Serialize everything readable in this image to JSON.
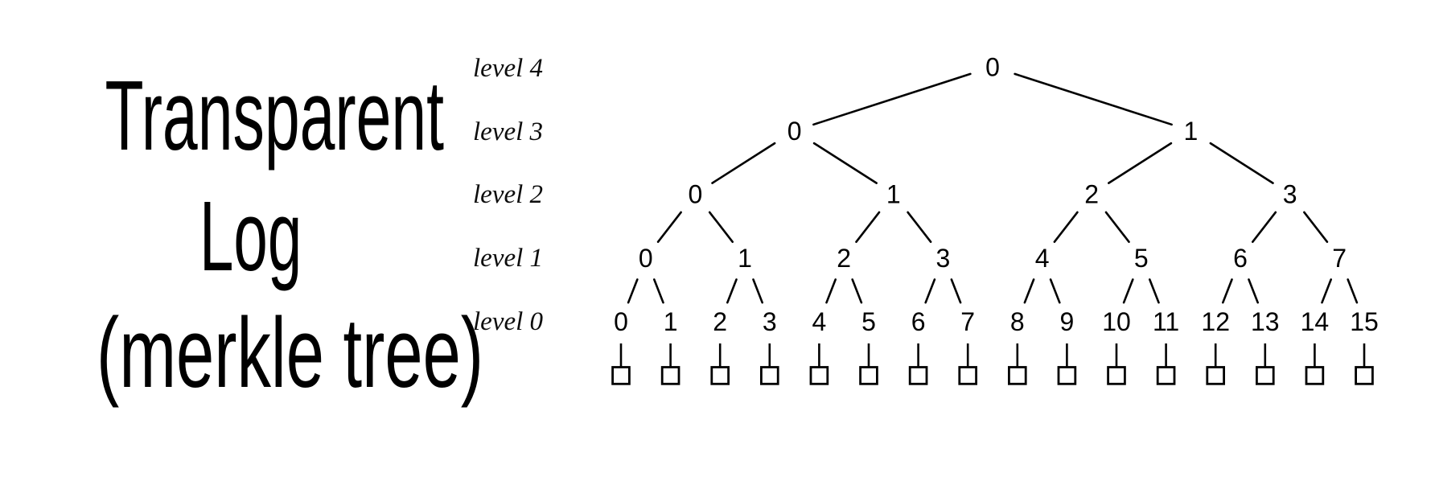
{
  "title": {
    "lines": [
      "Transparent",
      "Log",
      "(merkle tree)"
    ]
  },
  "tree": {
    "level_labels": [
      "level 4",
      "level 3",
      "level 2",
      "level 1",
      "level 0"
    ],
    "levels": [
      {
        "name": "level 4",
        "nodes": [
          "0"
        ]
      },
      {
        "name": "level 3",
        "nodes": [
          "0",
          "1"
        ]
      },
      {
        "name": "level 2",
        "nodes": [
          "0",
          "1",
          "2",
          "3"
        ]
      },
      {
        "name": "level 1",
        "nodes": [
          "0",
          "1",
          "2",
          "3",
          "4",
          "5",
          "6",
          "7"
        ]
      },
      {
        "name": "level 0",
        "nodes": [
          "0",
          "1",
          "2",
          "3",
          "4",
          "5",
          "6",
          "7",
          "8",
          "9",
          "10",
          "11",
          "12",
          "13",
          "14",
          "15"
        ]
      }
    ],
    "leaf_records": 16
  },
  "colors": {
    "ink": "#000000",
    "background": "#ffffff"
  }
}
